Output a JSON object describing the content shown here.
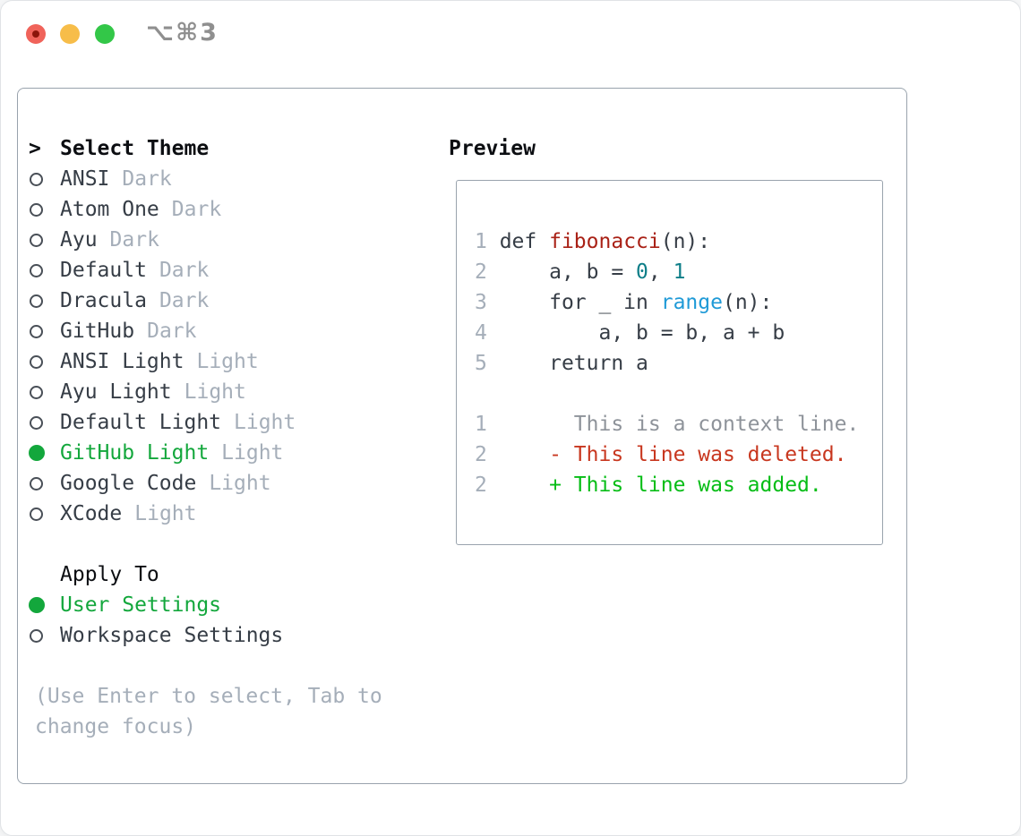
{
  "window": {
    "shortcut_label": "⌥⌘3",
    "traffic_lights": [
      "close",
      "minimize",
      "zoom"
    ]
  },
  "colors": {
    "text_dark": "#363d46",
    "text_black": "#0c0e12",
    "muted": "#a5aeb9",
    "border": "#99a3ad",
    "green_selected": "#13a73c",
    "green_added": "#06bd16",
    "red_deleted": "#c8371f",
    "red_function": "#a92116",
    "teal_number": "#0e7e88",
    "blue_builtin": "#1f9ad7",
    "gray_context": "#8e939a",
    "code_default": "#363d46",
    "titlebar_gray": "#8f8f8f"
  },
  "theme_panel": {
    "prompt": ">",
    "title": "Select Theme",
    "items": [
      {
        "name": "ANSI",
        "variant": "Dark",
        "selected": false
      },
      {
        "name": "Atom One",
        "variant": "Dark",
        "selected": false
      },
      {
        "name": "Ayu",
        "variant": "Dark",
        "selected": false
      },
      {
        "name": "Default",
        "variant": "Dark",
        "selected": false
      },
      {
        "name": "Dracula",
        "variant": "Dark",
        "selected": false
      },
      {
        "name": "GitHub",
        "variant": "Dark",
        "selected": false
      },
      {
        "name": "ANSI Light",
        "variant": "Light",
        "selected": false
      },
      {
        "name": "Ayu Light",
        "variant": "Light",
        "selected": false
      },
      {
        "name": "Default Light",
        "variant": "Light",
        "selected": false
      },
      {
        "name": "GitHub Light",
        "variant": "Light",
        "selected": true
      },
      {
        "name": "Google Code",
        "variant": "Light",
        "selected": false
      },
      {
        "name": "XCode",
        "variant": "Light",
        "selected": false
      }
    ]
  },
  "apply_panel": {
    "title": "Apply To",
    "items": [
      {
        "name": "User Settings",
        "selected": true
      },
      {
        "name": "Workspace Settings",
        "selected": false
      }
    ]
  },
  "hint": "(Use Enter to select, Tab to change focus)",
  "preview": {
    "title": "Preview",
    "code_lines": [
      {
        "num": "1",
        "segments": [
          {
            "text": " def ",
            "color": "code_default",
            "name": "keyword-def"
          },
          {
            "text": "fibonacci",
            "color": "red_function",
            "name": "function-name"
          },
          {
            "text": "(n):",
            "color": "code_default",
            "name": "code-token"
          }
        ]
      },
      {
        "num": "2",
        "segments": [
          {
            "text": "     a, b = ",
            "color": "code_default",
            "name": "code-token"
          },
          {
            "text": "0",
            "color": "teal_number",
            "name": "number-literal"
          },
          {
            "text": ", ",
            "color": "code_default",
            "name": "code-token"
          },
          {
            "text": "1",
            "color": "teal_number",
            "name": "number-literal"
          }
        ]
      },
      {
        "num": "3",
        "segments": [
          {
            "text": "     for _ in ",
            "color": "code_default",
            "name": "code-token"
          },
          {
            "text": "range",
            "color": "blue_builtin",
            "name": "builtin-range"
          },
          {
            "text": "(n):",
            "color": "code_default",
            "name": "code-token"
          }
        ]
      },
      {
        "num": "4",
        "segments": [
          {
            "text": "         a, b = b, a + b",
            "color": "code_default",
            "name": "code-token"
          }
        ]
      },
      {
        "num": "5",
        "segments": [
          {
            "text": "     return a",
            "color": "code_default",
            "name": "code-token"
          }
        ]
      },
      {
        "num": "",
        "segments": []
      },
      {
        "num": "1",
        "segments": [
          {
            "text": "       This is a context line.",
            "color": "gray_context",
            "name": "diff-context-line"
          }
        ]
      },
      {
        "num": "2",
        "segments": [
          {
            "text": "     - This line was deleted.",
            "color": "red_deleted",
            "name": "diff-deleted-line"
          }
        ]
      },
      {
        "num": "2",
        "segments": [
          {
            "text": "     + This line was added.",
            "color": "green_added",
            "name": "diff-added-line"
          }
        ]
      }
    ]
  }
}
